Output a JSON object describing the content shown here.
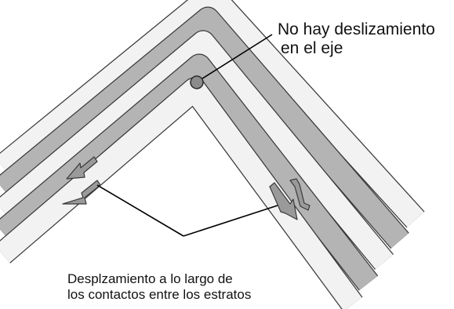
{
  "labels": {
    "axis_line1": "No hay deslizamiento",
    "axis_line2": "en el eje",
    "contacts_line1": "Desplzamiento a lo largo de",
    "contacts_line2": "los contactos entre los estratos"
  },
  "colors": {
    "light_layer": "#f2f2f2",
    "dark_layer": "#b4b4b4",
    "outline": "#3a3a3a",
    "arrow_fill": "#9a9a9a",
    "axis_point": "#8c8c8c",
    "leader_line": "#000000"
  }
}
